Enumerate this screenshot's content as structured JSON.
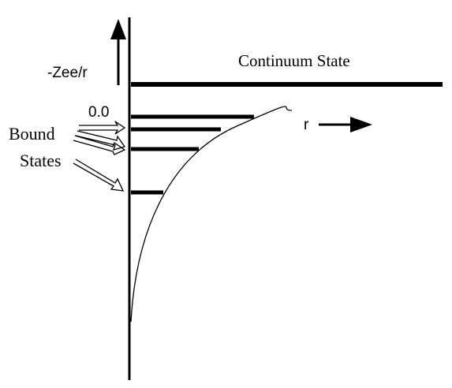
{
  "labels": {
    "potential": "-Zee/r",
    "continuum": "Continuum State",
    "zero": "0.0",
    "r_axis": "r",
    "bound_line1": "Bound",
    "bound_line2": "States"
  },
  "colors": {
    "ink": "#000000",
    "background": "#ffffff"
  }
}
